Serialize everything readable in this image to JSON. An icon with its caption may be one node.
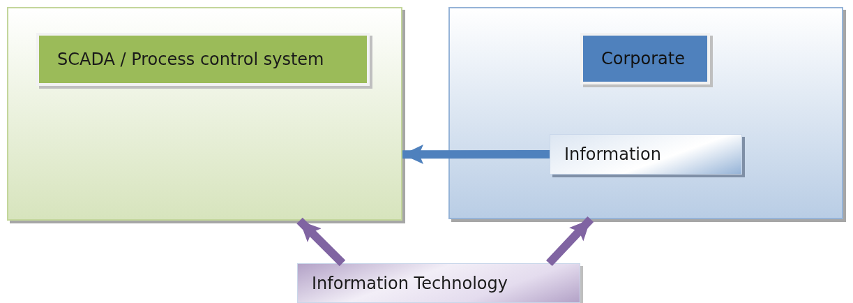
{
  "diagram": {
    "nodes": [
      {
        "text": [],
        "shape": "box"
      },
      {
        "text": [
          "SCADA / Process control system"
        ],
        "in": 0
      },
      {
        "text": [],
        "shape": "box"
      },
      {
        "text": [
          "Corporate"
        ],
        "in": 2
      },
      {
        "text": [
          "Information"
        ],
        "in": 2
      },
      {
        "text": [
          "Information Technology"
        ]
      }
    ],
    "edges": [
      {
        "from": 4,
        "to": 0,
        "arrow": "to",
        "color": "#4f81bd"
      },
      {
        "from": 5,
        "to": 0,
        "arrow": "to"
      },
      {
        "from": 5,
        "to": 2,
        "arrow": "to"
      }
    ]
  }
}
